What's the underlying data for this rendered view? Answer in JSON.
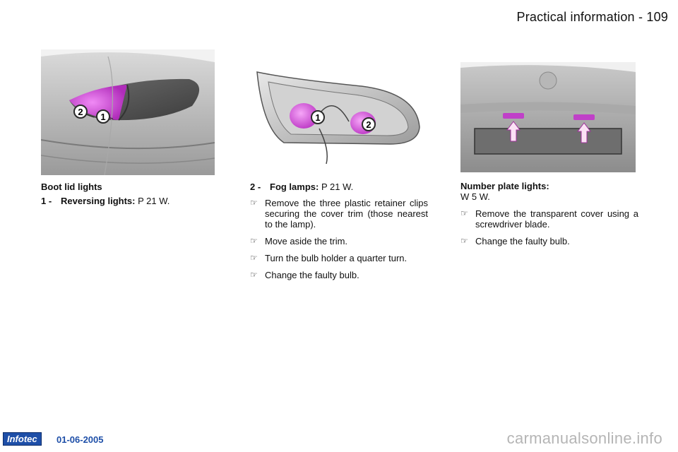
{
  "header": {
    "title": "Practical information - 109"
  },
  "columns": {
    "left": {
      "heading": "Boot lid lights",
      "item_number": "1 -",
      "item_label": "Reversing lights:",
      "item_value": "P 21 W."
    },
    "middle": {
      "item_number": "2 -",
      "item_label": "Fog lamps:",
      "item_value": "P 21 W.",
      "steps": [
        "Remove the three plastic retainer clips securing the cover trim (those nearest to the lamp).",
        "Move aside the trim.",
        "Turn the bulb holder a quarter turn.",
        "Change the faulty bulb."
      ]
    },
    "right": {
      "heading": "Number plate lights:",
      "value": "W 5 W.",
      "steps": [
        "Remove the transparent cover using a screwdriver blade.",
        "Change the faulty bulb."
      ]
    }
  },
  "figures": {
    "fig1_callouts": [
      "2",
      "1"
    ],
    "fig2_callouts": [
      "1",
      "2"
    ]
  },
  "icons": {
    "step_bullet": "pointing-hand-icon",
    "bullet_glyph": "☞"
  },
  "footer": {
    "badge": "Infotec",
    "date": "01-06-2005"
  },
  "watermark": "carmanualsonline.info",
  "colors": {
    "highlight": "#d040d8",
    "badge": "#1e4fa8",
    "callout": "#2a2a2a"
  }
}
